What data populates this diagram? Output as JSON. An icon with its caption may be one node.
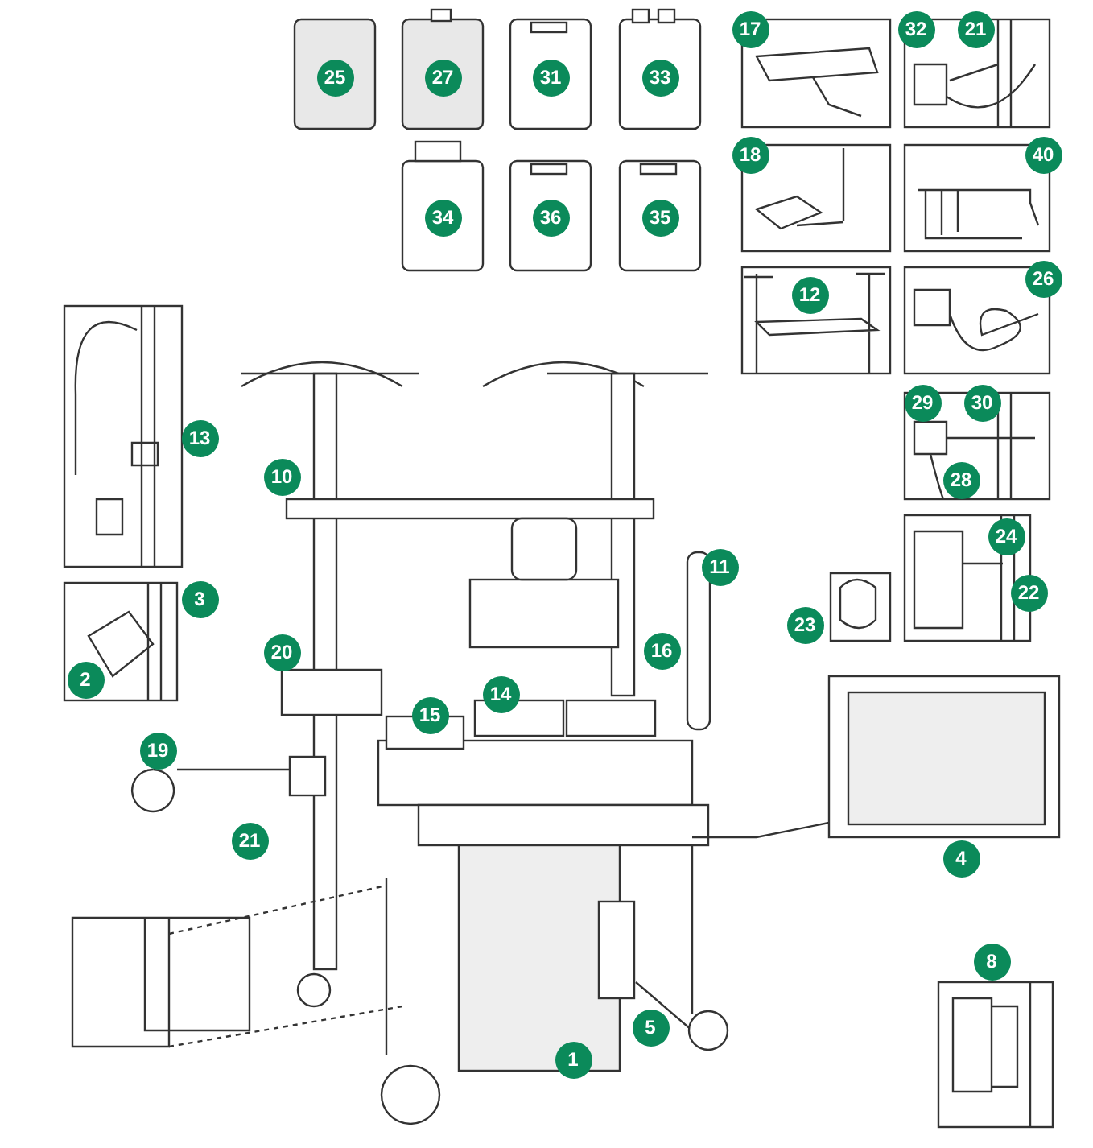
{
  "diagram": {
    "labels": [
      "25",
      "27",
      "31",
      "33",
      "17",
      "32",
      "21",
      "34",
      "36",
      "35",
      "18",
      "40",
      "12",
      "26",
      "13",
      "10",
      "29",
      "30",
      "28",
      "11",
      "24",
      "22",
      "3",
      "23",
      "20",
      "16",
      "2",
      "14",
      "15",
      "19",
      "21",
      "4",
      "8",
      "5",
      "1"
    ]
  }
}
